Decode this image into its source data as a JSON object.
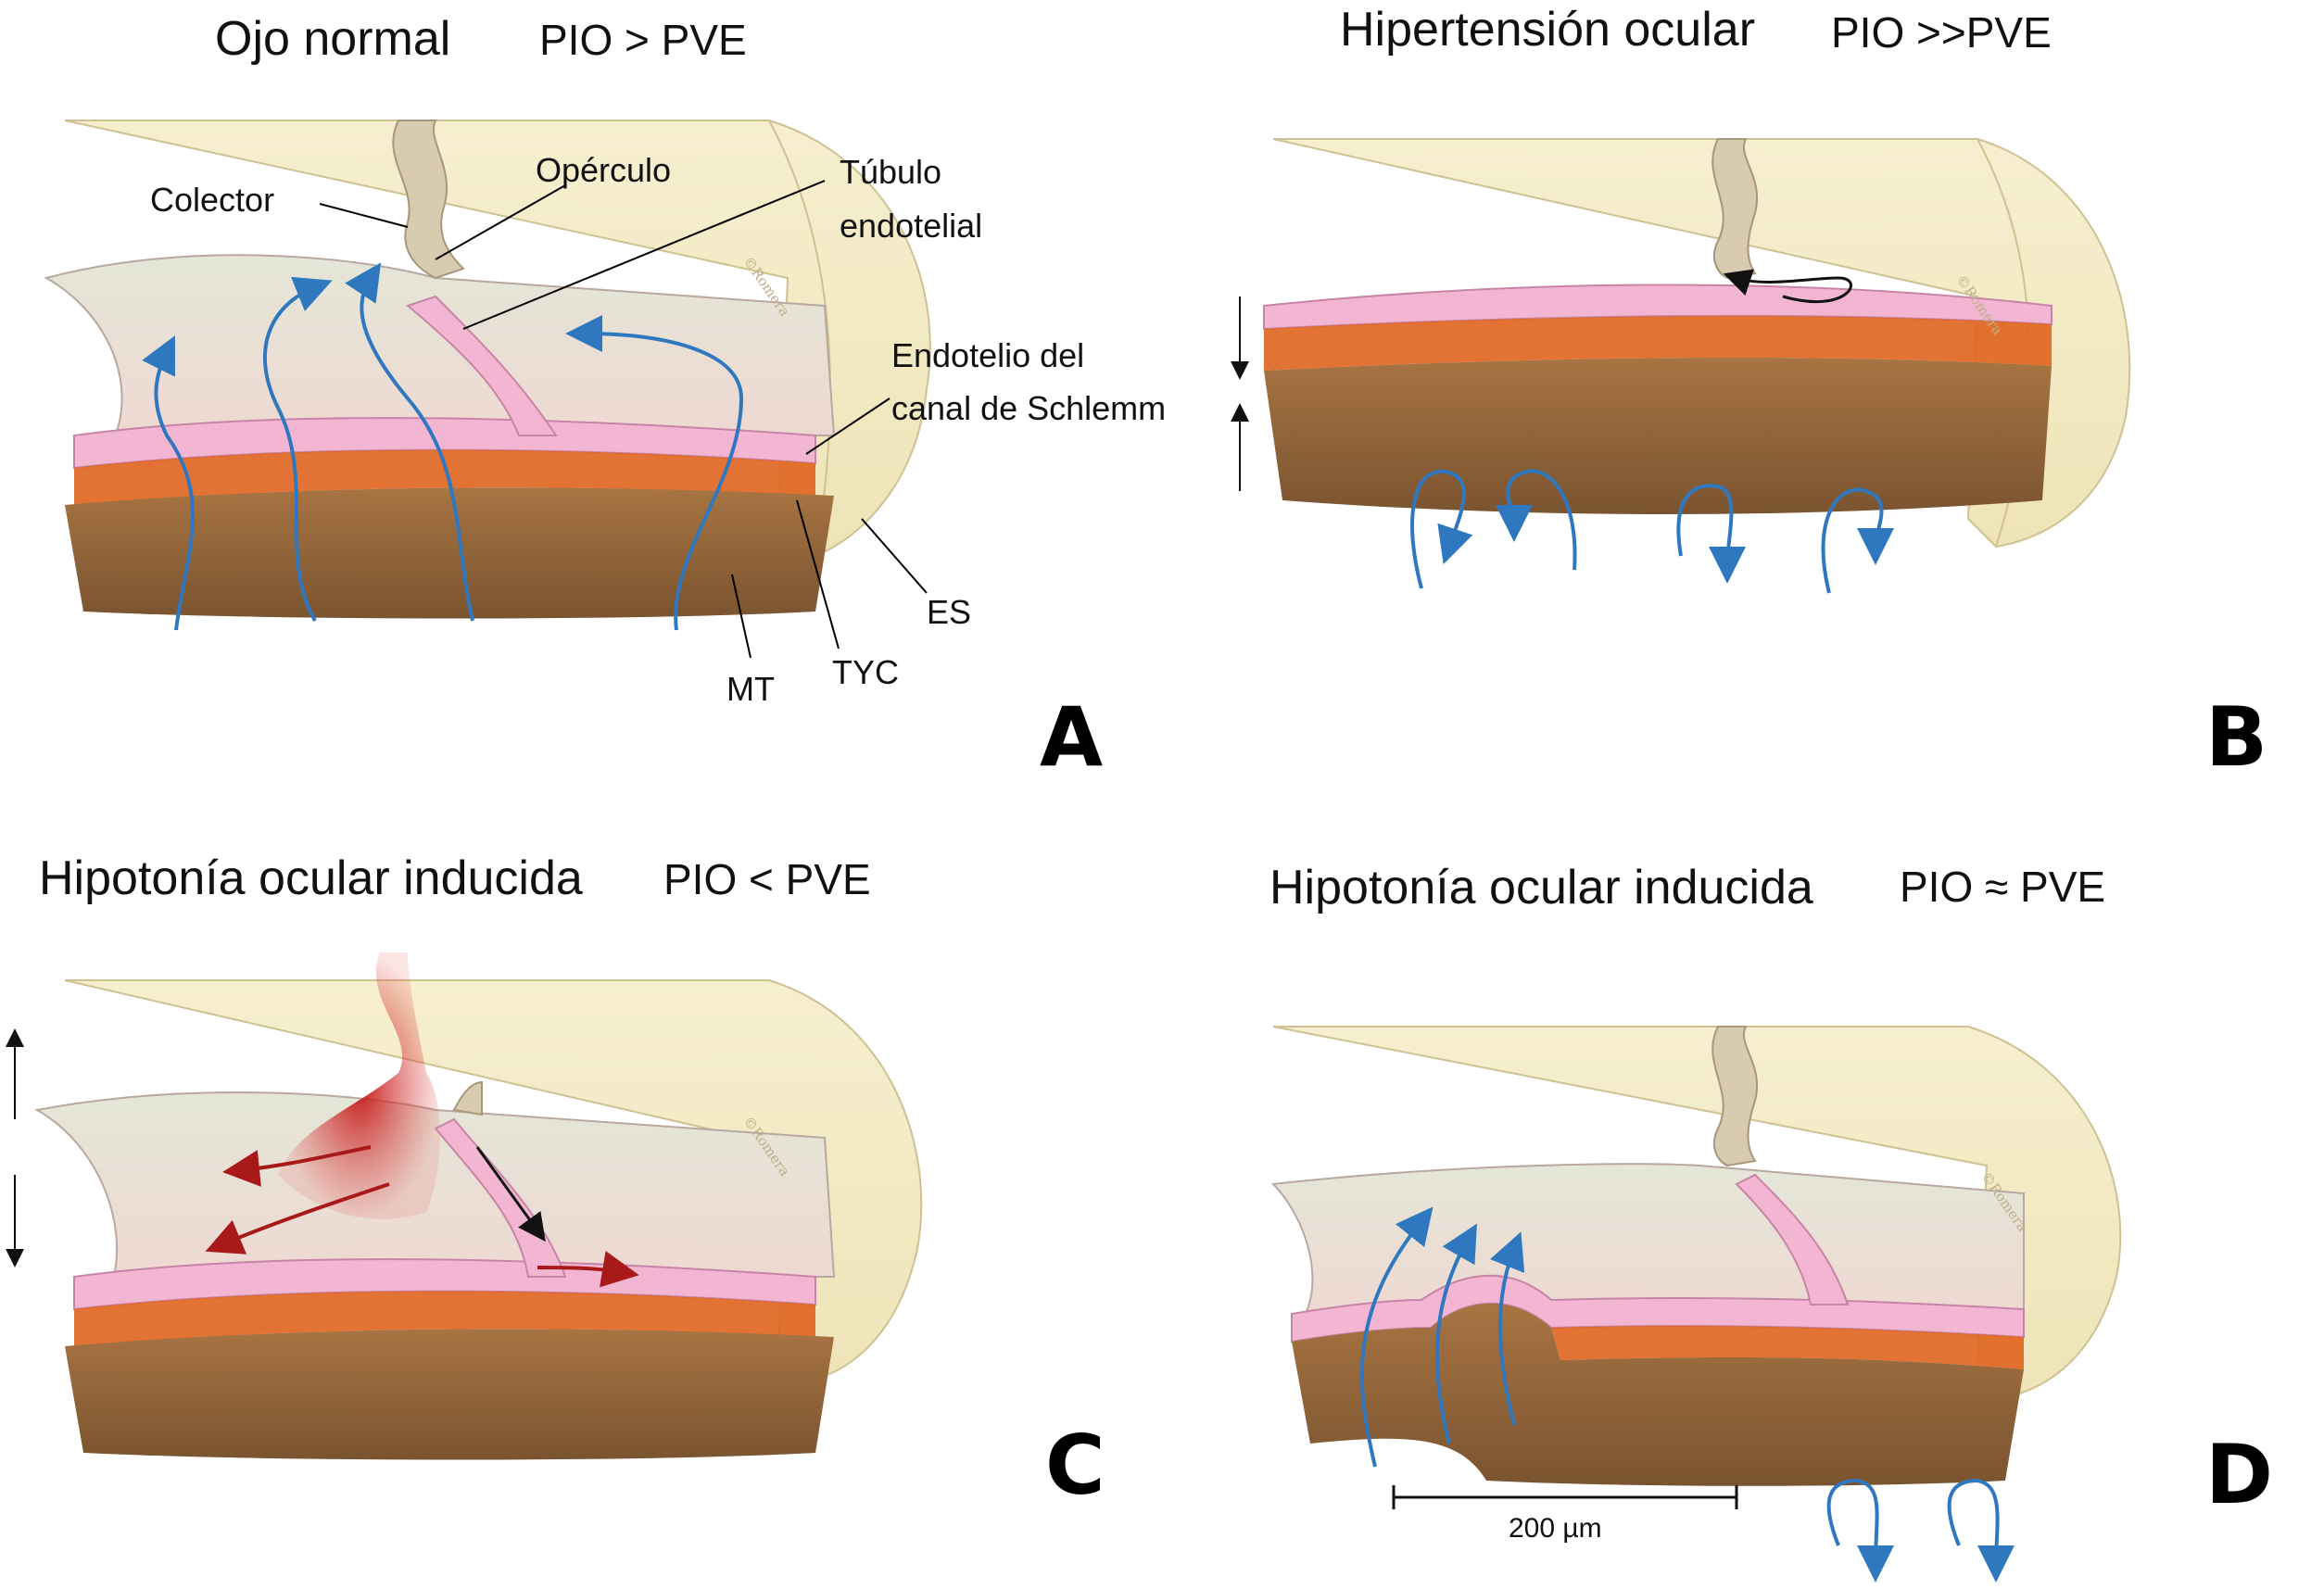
{
  "panels": {
    "a": {
      "title": "Ojo normal",
      "condition": "PIO > PVE",
      "letter": "A",
      "labels": {
        "colector": "Colector",
        "operculo": "Opérculo",
        "tubulo_line1": "Túbulo",
        "tubulo_line2": "endotelial",
        "endotelio_line1": "Endotelio del",
        "endotelio_line2": "canal de Schlemm",
        "es": "ES",
        "mt": "MT",
        "tyc": "TYC"
      },
      "copyright": "©Romera"
    },
    "b": {
      "title": "Hipertensión ocular",
      "condition": "PIO >>PVE",
      "letter": "B",
      "copyright": "©Romera"
    },
    "c": {
      "title": "Hipotonía ocular inducida",
      "condition": "PIO < PVE",
      "letter": "C",
      "copyright": "©Romera"
    },
    "d": {
      "title": "Hipotonía ocular inducida",
      "condition": "PIO ≈ PVE",
      "letter": "D",
      "scale_bar": "200 µm",
      "copyright": "©Romera"
    }
  },
  "colors": {
    "sclera": "#f3ebc4",
    "canal": "#e9e3d2",
    "endothelium": "#f2b6d2",
    "trabecular": "#9a6a3c",
    "juxtacanalicular": "#e0641e",
    "aqueous_flow": "#2f78c0",
    "blood": "#cc1f1f",
    "collector": "#d9cbb0"
  }
}
